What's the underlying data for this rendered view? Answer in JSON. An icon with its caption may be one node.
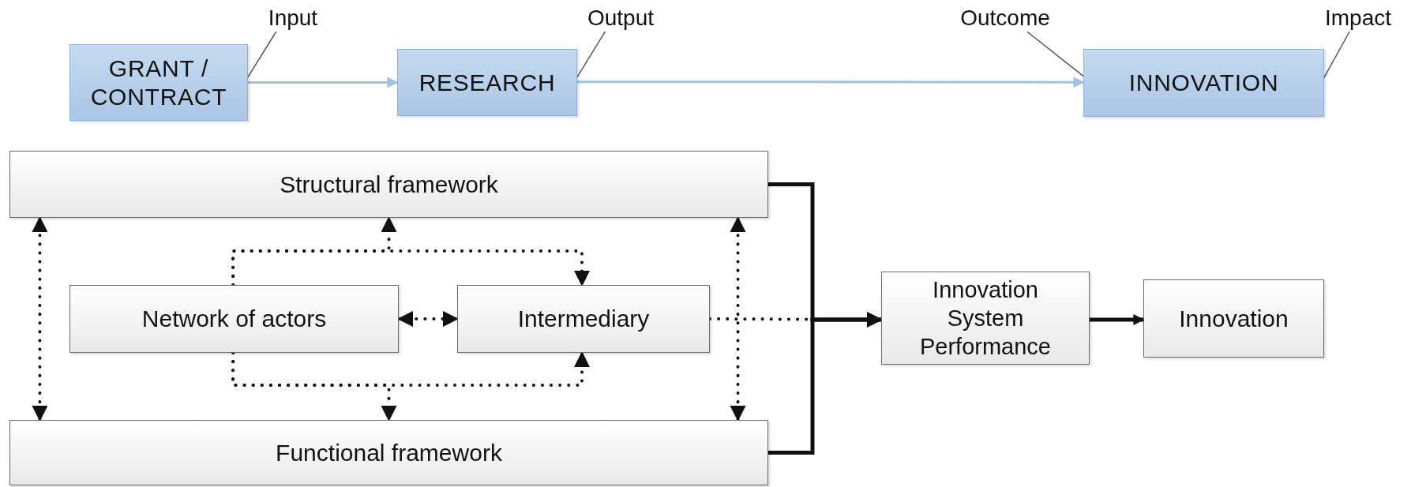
{
  "diagram": {
    "nodes": [
      {
        "text": [
          "GRANT / CONTRACT"
        ]
      },
      {
        "text": [
          "RESEARCH"
        ]
      },
      {
        "text": [
          "INNOVATION"
        ]
      },
      {
        "text": [
          "Input"
        ]
      },
      {
        "text": [
          "Output"
        ]
      },
      {
        "text": [
          "Outcome"
        ]
      },
      {
        "text": [
          "Impact"
        ]
      },
      {
        "text": [
          "Structural framework"
        ]
      },
      {
        "text": [
          "Network of actors"
        ]
      },
      {
        "text": [
          "Intermediary"
        ]
      },
      {
        "text": [
          "Functional framework"
        ]
      },
      {
        "text": [
          "Innovation System Performance"
        ]
      },
      {
        "text": [
          "Innovation"
        ]
      }
    ],
    "edges": [
      {
        "from": 0,
        "to": 1,
        "arrow": "to",
        "color": "#9dc3e6"
      },
      {
        "from": 1,
        "to": 2,
        "arrow": "to",
        "color": "#9dc3e6"
      },
      {
        "from": 3,
        "to": 0,
        "arrow": "none",
        "color": "#555555"
      },
      {
        "from": 4,
        "to": 1,
        "arrow": "none",
        "color": "#555555"
      },
      {
        "from": 5,
        "to": 2,
        "arrow": "none",
        "color": "#555555"
      },
      {
        "from": 6,
        "to": 2,
        "arrow": "none",
        "color": "#555555"
      },
      {
        "from": 7,
        "to": 10,
        "arrow": "both",
        "style": "dashed"
      },
      {
        "from": 7,
        "to": 10,
        "arrow": "both",
        "style": "dashed"
      },
      {
        "from": 8,
        "to": 9,
        "arrow": "to",
        "style": "dashed"
      },
      {
        "from": 8,
        "to": 7,
        "arrow": "to",
        "style": "dashed"
      },
      {
        "from": 8,
        "to": 9,
        "arrow": "both",
        "style": "dashed"
      },
      {
        "from": 8,
        "to": 9,
        "arrow": "to",
        "style": "dashed"
      },
      {
        "from": 8,
        "to": 10,
        "arrow": "to",
        "style": "dashed"
      },
      {
        "from": 9,
        "to": 11,
        "arrow": "to",
        "style": "dashed"
      },
      {
        "from": 7,
        "to": 11,
        "arrow": "to"
      },
      {
        "from": 10,
        "to": 11,
        "arrow": "to"
      },
      {
        "from": 11,
        "to": 12,
        "arrow": "to"
      }
    ]
  }
}
